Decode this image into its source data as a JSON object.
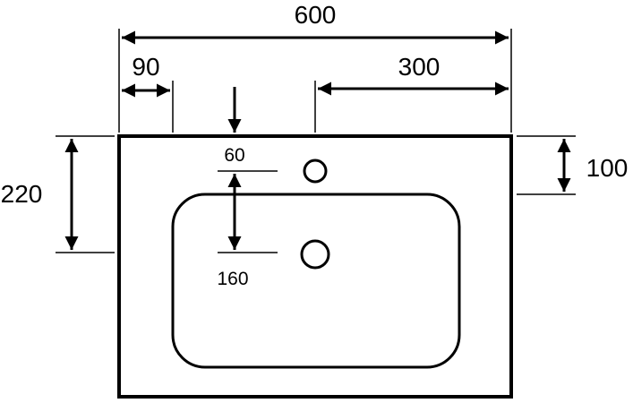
{
  "dimensions": {
    "overall_width": "600",
    "left_offset": "90",
    "right_offset": "300",
    "overall_depth": "220",
    "tap_hole_depth": "100",
    "top_to_basin": "60",
    "basin_to_drain": "160"
  },
  "colors": {
    "line": "#000000",
    "background": "#ffffff"
  }
}
